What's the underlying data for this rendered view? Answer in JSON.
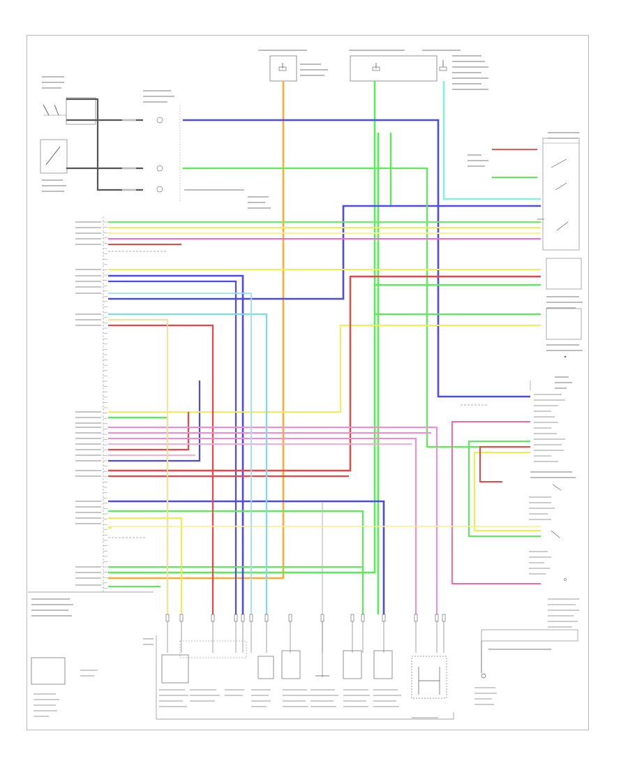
{
  "footer_code": "",
  "colors": {
    "blue": "#4a4af0",
    "green": "#55ee55",
    "yellow": "#eeee44",
    "orange": "#ffaa33",
    "red": "#ee4444",
    "pink": "#ff66cc",
    "cyan": "#55ddee",
    "light_green": "#88ee99",
    "dark": "#333333",
    "gray": "#999999"
  },
  "components": [
    {
      "id": "oil-pressure-switch"
    },
    {
      "id": "fluid-temp-switch"
    },
    {
      "id": "transmission-range-switch"
    },
    {
      "id": "fuse-block-top-left"
    },
    {
      "id": "fuse-block-top-center"
    },
    {
      "id": "fuse-block-top-right"
    },
    {
      "id": "at-transmission-switch-right"
    },
    {
      "id": "secondary-speed-sensor-right"
    },
    {
      "id": "primary-speed-sensor-right"
    },
    {
      "id": "cvt-connector-right"
    },
    {
      "id": "selector-lever-right"
    },
    {
      "id": "tcm-module-left"
    },
    {
      "id": "data-link-connector"
    },
    {
      "id": "primary-pressure-sensor"
    },
    {
      "id": "secondary-pressure-sensor"
    },
    {
      "id": "fluid-temp-sensor"
    },
    {
      "id": "cvt-unit-1"
    },
    {
      "id": "cvt-unit-2"
    },
    {
      "id": "cvt-unit-3"
    },
    {
      "id": "cvt-unit-4"
    },
    {
      "id": "step-motor"
    },
    {
      "id": "cvt-shift-selector"
    }
  ]
}
